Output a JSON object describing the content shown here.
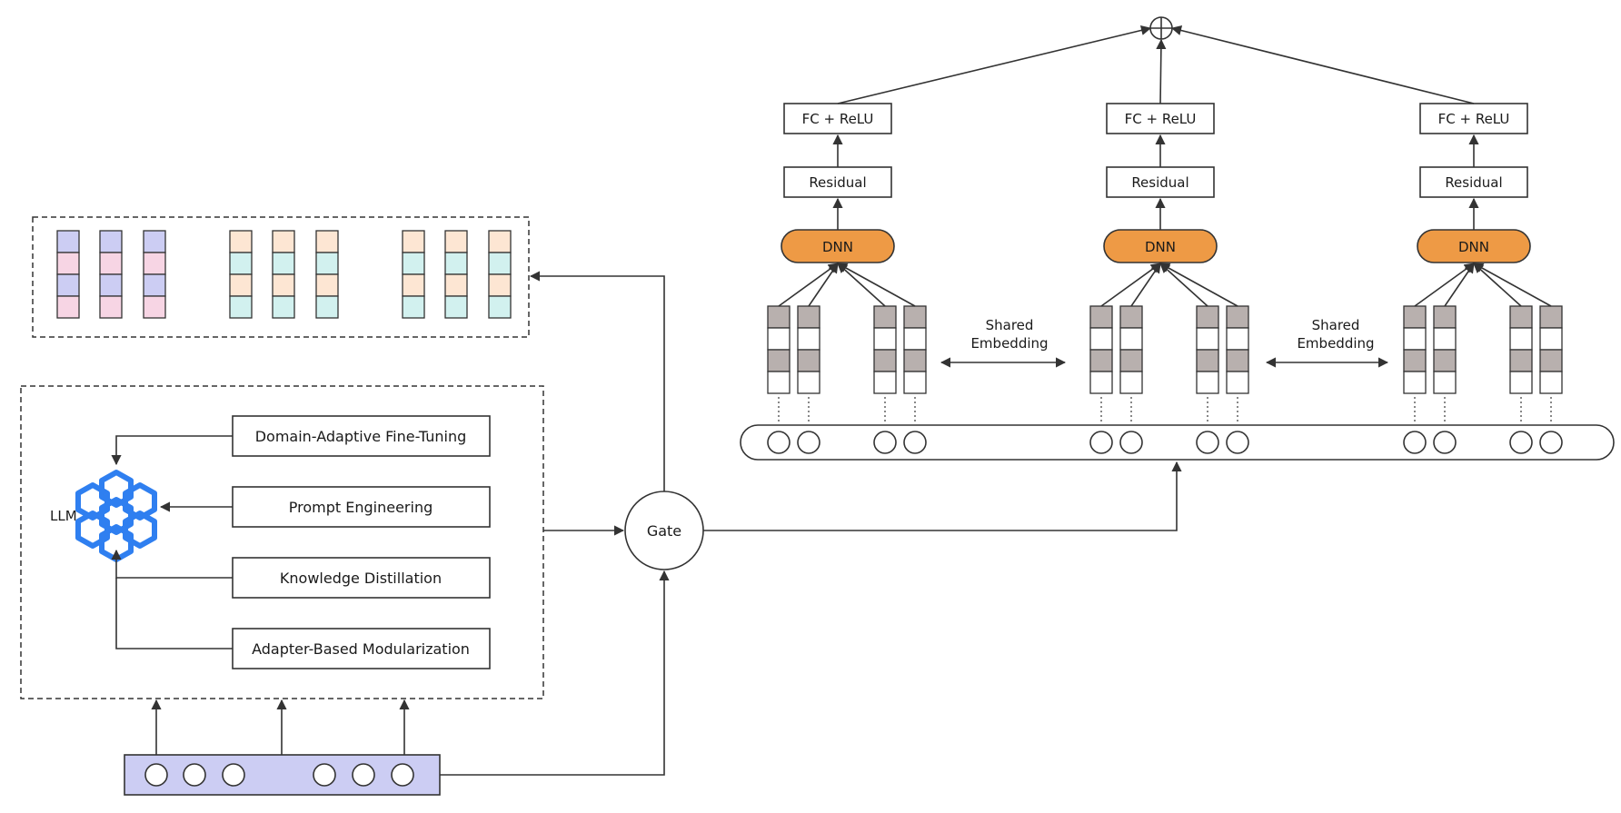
{
  "top_output": {
    "symbol": "⊕"
  },
  "towers": [
    {
      "fc_label": "FC + ReLU",
      "residual_label": "Residual",
      "dnn_label": "DNN"
    },
    {
      "fc_label": "FC + ReLU",
      "residual_label": "Residual",
      "dnn_label": "DNN"
    },
    {
      "fc_label": "FC + ReLU",
      "residual_label": "Residual",
      "dnn_label": "DNN"
    }
  ],
  "shared_embedding": [
    {
      "line1": "Shared",
      "line2": "Embedding"
    },
    {
      "line1": "Shared",
      "line2": "Embedding"
    }
  ],
  "llm": {
    "label": "LLM",
    "icon": "llm-hexagon-network-icon",
    "modules": [
      "Domain-Adaptive Fine-Tuning",
      "Prompt Engineering",
      "Knowledge Distillation",
      "Adapter-Based Modularization"
    ]
  },
  "gate": {
    "label": "Gate"
  },
  "colors": {
    "dnn_fill": "#ee9a45",
    "embedding_gray": "#b8b0ae",
    "lavender": "#cccdf3",
    "pink": "#f7d5e4",
    "peach": "#fde6d3",
    "mint": "#d2f1ef",
    "input_bar": "#cccdf3",
    "llm_blue": "#2f7ff0",
    "line": "#333333"
  }
}
